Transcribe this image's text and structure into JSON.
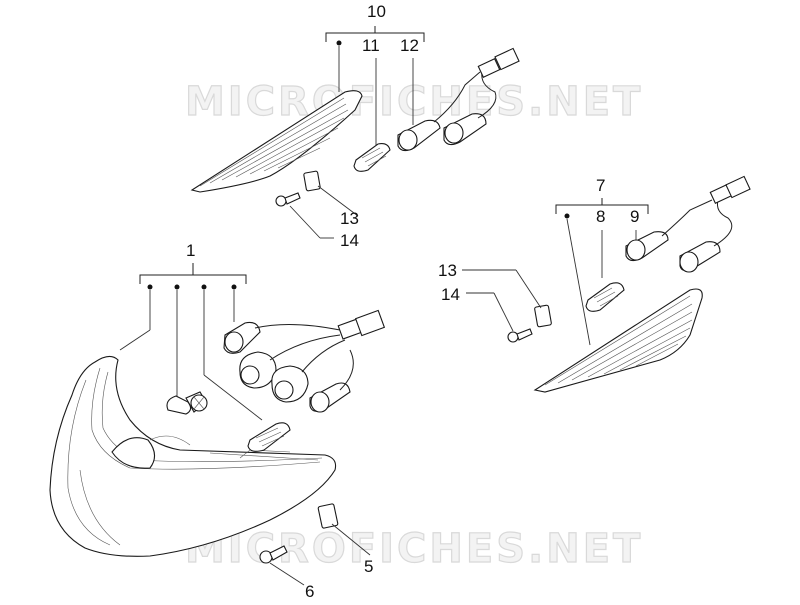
{
  "watermark": {
    "text": "MICROFICHES.NET"
  },
  "callouts": {
    "c10": "10",
    "c11": "11",
    "c12": "12",
    "c13a": "13",
    "c14a": "14",
    "c7": "7",
    "c8": "8",
    "c9": "9",
    "c13b": "13",
    "c14b": "14",
    "c1": "1",
    "c5": "5",
    "c6": "6"
  },
  "colors": {
    "line": "#1a1a1a",
    "watermark_fill": "#f3f3f3",
    "watermark_stroke": "#d9d9d9"
  }
}
